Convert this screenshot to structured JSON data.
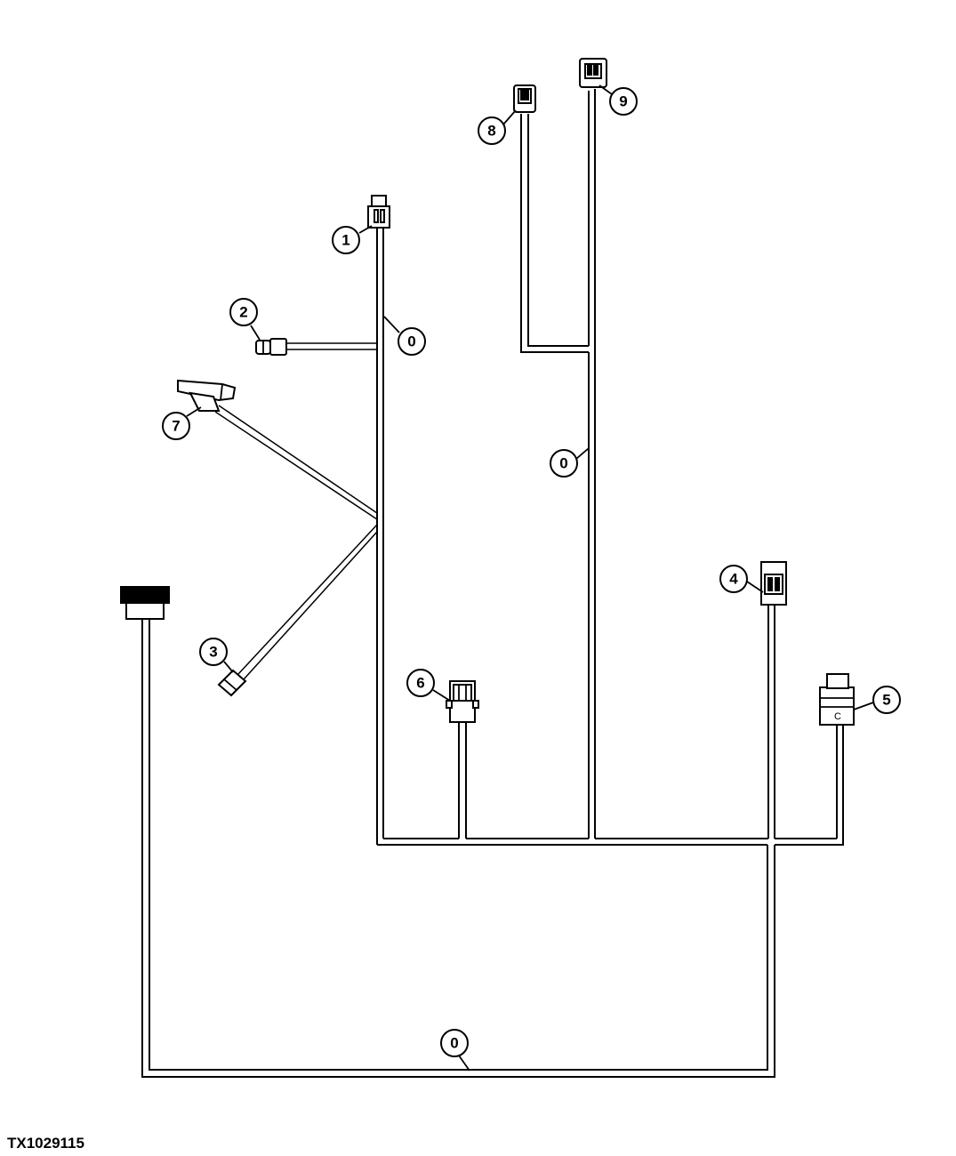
{
  "figure_id": "TX1029115",
  "callouts": [
    {
      "id": "c1",
      "label": "1"
    },
    {
      "id": "c2",
      "label": "2"
    },
    {
      "id": "c3",
      "label": "3"
    },
    {
      "id": "c4",
      "label": "4"
    },
    {
      "id": "c5",
      "label": "5"
    },
    {
      "id": "c6",
      "label": "6"
    },
    {
      "id": "c7",
      "label": "7"
    },
    {
      "id": "c8",
      "label": "8"
    },
    {
      "id": "c9",
      "label": "9"
    },
    {
      "id": "c0a",
      "label": "0"
    },
    {
      "id": "c0b",
      "label": "0"
    },
    {
      "id": "c0c",
      "label": "0"
    }
  ],
  "connector_5_marking": "C"
}
